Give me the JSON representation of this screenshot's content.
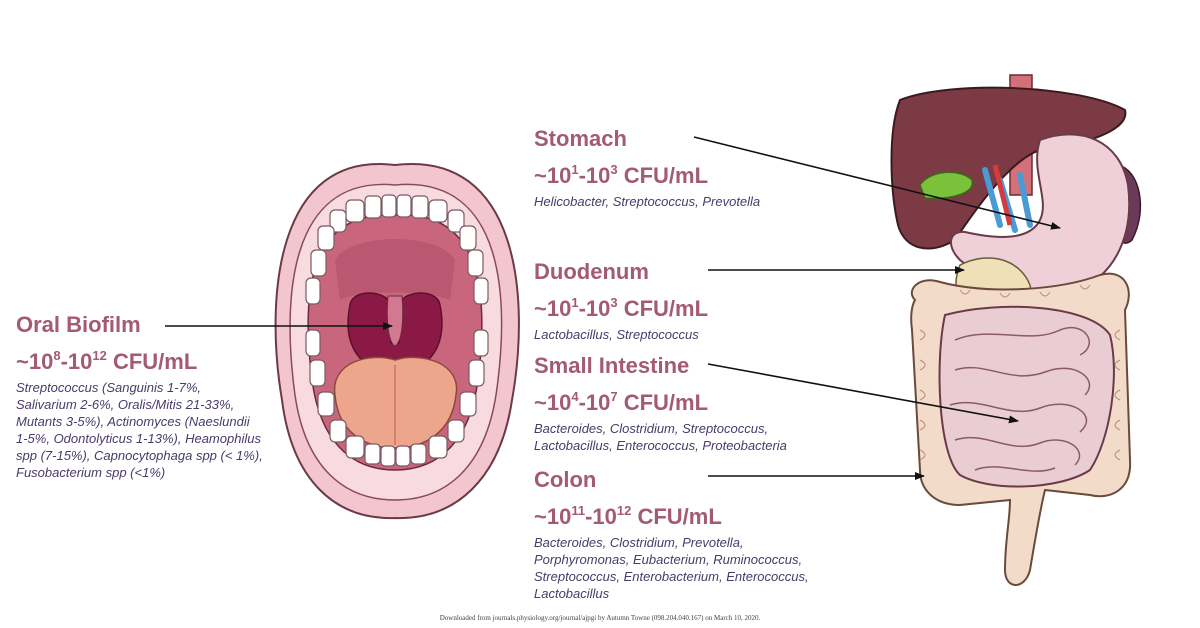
{
  "labels": {
    "oral": {
      "title": "Oral Biofilm",
      "cfu_prefix": "~10",
      "cfu_exp1": "8",
      "cfu_mid": "-10",
      "cfu_exp2": "12",
      "cfu_unit": " CFU/mL",
      "species_lines": [
        "Streptococcus (Sanguinis 1-7%,",
        "Salivarium 2-6%, Oralis/Mitis 21-33%,",
        "Mutants 3-5%), Actinomyces (Naeslundii",
        "1-5%, Odontolyticus 1-13%), Heamophilus",
        "spp (7-15%), Capnocytophaga spp (< 1%),",
        "Fusobacterium spp (<1%)"
      ]
    },
    "stomach": {
      "title": "Stomach",
      "cfu_prefix": "~10",
      "cfu_exp1": "1",
      "cfu_mid": "-10",
      "cfu_exp2": "3",
      "cfu_unit": " CFU/mL",
      "species_lines": [
        "Helicobacter, Streptococcus, Prevotella"
      ]
    },
    "duodenum": {
      "title": "Duodenum",
      "cfu_prefix": "~10",
      "cfu_exp1": "1",
      "cfu_mid": "-10",
      "cfu_exp2": "3",
      "cfu_unit": " CFU/mL",
      "species_lines": [
        "Lactobacillus, Streptococcus"
      ]
    },
    "small_intestine": {
      "title": "Small Intestine",
      "cfu_prefix": "~10",
      "cfu_exp1": "4",
      "cfu_mid": "-10",
      "cfu_exp2": "7",
      "cfu_unit": " CFU/mL",
      "species_lines": [
        "Bacteroides, Clostridium, Streptococcus,",
        "Lactobacillus, Enterococcus, Proteobacteria"
      ]
    },
    "colon": {
      "title": "Colon",
      "cfu_prefix": "~10",
      "cfu_exp1": "11",
      "cfu_mid": "-10",
      "cfu_exp2": "12",
      "cfu_unit": " CFU/mL",
      "species_lines": [
        "Bacteroides, Clostridium, Prevotella,",
        "Porphyromonas, Eubacterium, Ruminococcus,",
        "Streptococcus, Enterobacterium, Enterococcus,",
        "Lactobacillus"
      ]
    }
  },
  "footer": "Downloaded from journals.physiology.org/journal/ajpgi by Autumn Towne (098.204.040.167) on March 10, 2020.",
  "colors": {
    "label": "#a35a72",
    "species": "#4a3a6a",
    "lip": "#f3c6cf",
    "palate": "#c9667e",
    "throat": "#8a1a45",
    "tongue": "#eda58c",
    "liver": "#7c3a45",
    "stomach": "#f0d0d8",
    "intestine": "#e9cdd2",
    "colon": "#f3dbca",
    "gallbladder": "#7cc13a"
  }
}
